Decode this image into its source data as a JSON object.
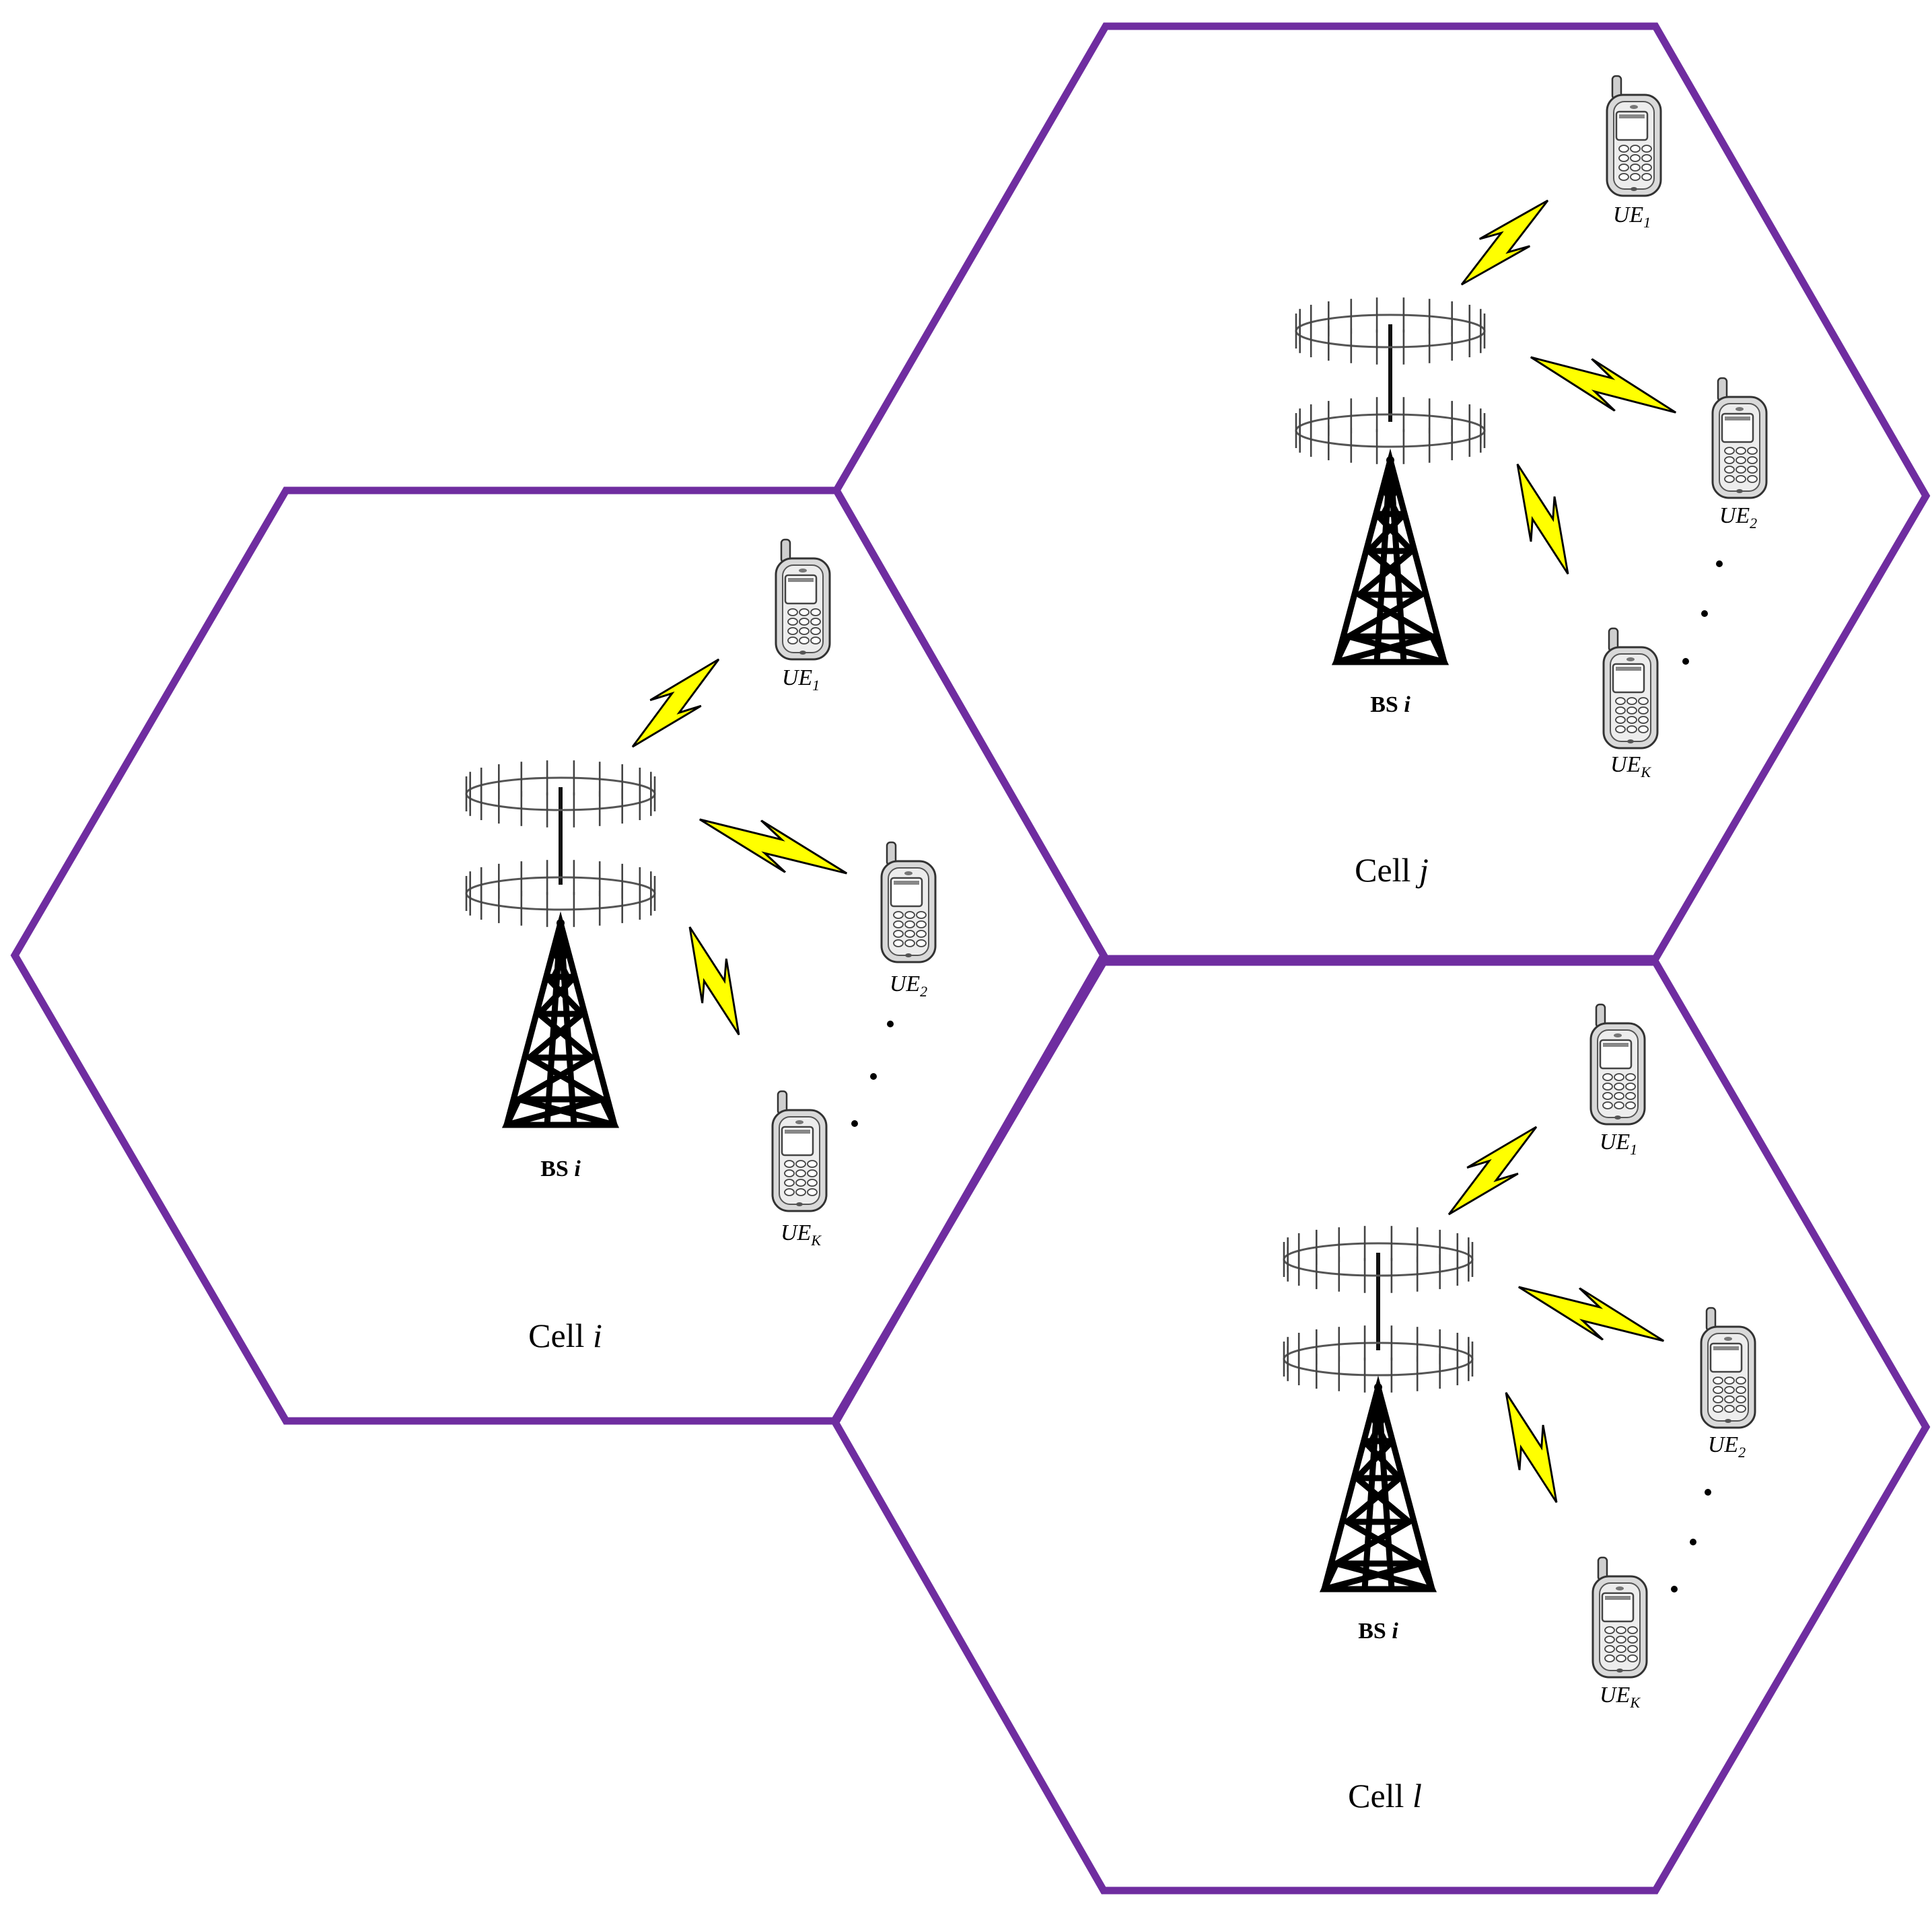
{
  "colors": {
    "hexagon_stroke": "#6F2DA0",
    "lightning_fill": "#FFFF00"
  },
  "cells": [
    {
      "cell_word": "Cell",
      "cell_var": "i",
      "bs_word": "BS",
      "bs_var": "i",
      "ues": [
        {
          "base": "UE",
          "sub": "1"
        },
        {
          "base": "UE",
          "sub": "2"
        },
        {
          "base": "UE",
          "sub": "K"
        }
      ]
    },
    {
      "cell_word": "Cell",
      "cell_var": "j",
      "bs_word": "BS",
      "bs_var": "i",
      "ues": [
        {
          "base": "UE",
          "sub": "1"
        },
        {
          "base": "UE",
          "sub": "2"
        },
        {
          "base": "UE",
          "sub": "K"
        }
      ]
    },
    {
      "cell_word": "Cell",
      "cell_var": "l",
      "bs_word": "BS",
      "bs_var": "i",
      "ues": [
        {
          "base": "UE",
          "sub": "1"
        },
        {
          "base": "UE",
          "sub": "2"
        },
        {
          "base": "UE",
          "sub": "K"
        }
      ]
    }
  ]
}
